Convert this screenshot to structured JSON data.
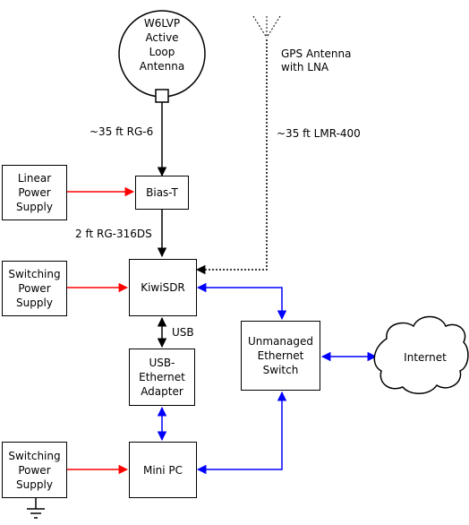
{
  "nodes": {
    "antenna": "W6LVP\nActive\nLoop\nAntenna",
    "gps": "GPS Antenna\nwith LNA",
    "linear_ps": "Linear\nPower\nSupply",
    "bias_t": "Bias-T",
    "switching_ps_1": "Switching\nPower\nSupply",
    "kiwisdr": "KiwiSDR",
    "usb_eth": "USB-\nEthernet\nAdapter",
    "switch": "Unmanaged\nEthernet\nSwitch",
    "internet": "Internet",
    "switching_ps_2": "Switching\nPower\nSupply",
    "mini_pc": "Mini PC"
  },
  "edges": {
    "rg6": "~35 ft RG-6",
    "lmr400": "~35 ft LMR-400",
    "rg316": "2 ft RG-316DS",
    "usb": "USB"
  },
  "colors": {
    "power": "#ff0000",
    "network": "#0000ff",
    "signal": "#000000"
  }
}
